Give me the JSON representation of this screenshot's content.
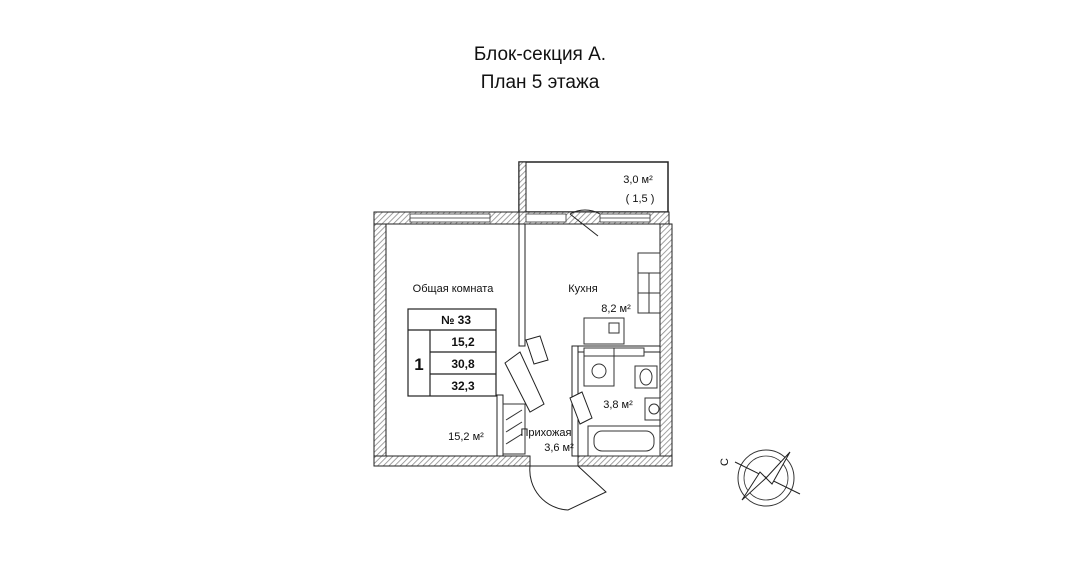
{
  "title_line1": "Блок-секция А.",
  "title_line2": "План 5 этажа",
  "balcony": {
    "area": "3,0 м²",
    "coef": "( 1,5 )"
  },
  "rooms": {
    "living": {
      "name": "Общая комната",
      "area": "15,2 м²"
    },
    "kitchen": {
      "name": "Кухня",
      "area": "8,2 м²"
    },
    "bathroom": {
      "area": "3,8 м²"
    },
    "hallway": {
      "name": "Прихожая",
      "area": "3,6 м²"
    }
  },
  "apartment_table": {
    "number": "№  33",
    "rooms_count": "1",
    "living_area": "15,2",
    "total_area": "30,8",
    "total_area_with_balcony": "32,3"
  },
  "compass": {
    "label": "С"
  },
  "colors": {
    "walls": "#222222",
    "hatch": "#9a9a9a",
    "background": "#ffffff"
  }
}
